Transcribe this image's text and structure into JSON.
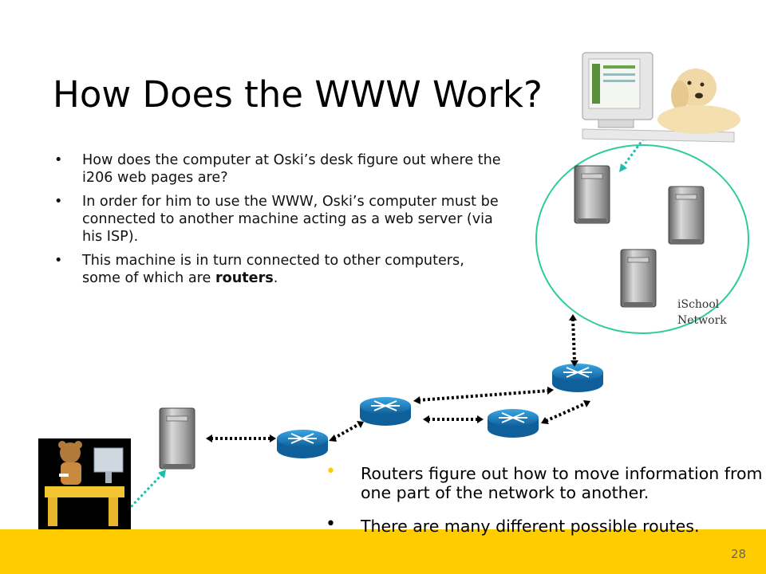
{
  "slide": {
    "title": "How Does the WWW Work?",
    "bullets": [
      {
        "text": "How does the computer at Oski’s desk figure out where the i206 web pages are?"
      },
      {
        "text": "In order for him to use the WWW, Oski’s computer must be connected to another machine acting as a web server (via his ISP)."
      },
      {
        "pre": "This machine is in turn connected to other computers, some of which are ",
        "bold": "routers",
        "post": "."
      }
    ],
    "bullet_glyph": "•",
    "bottom_bullets": [
      "Routers figure out how to move information from one part of the network to another.",
      "There are many different possible routes."
    ],
    "network_label": [
      "iSchool",
      "Network"
    ],
    "page_number": "28"
  },
  "colors": {
    "accent_yellow": "#ffcc00",
    "router_blue": "#1f86c8",
    "network_circle": "#2ecc9a",
    "link_dots": "#1cbfae"
  }
}
